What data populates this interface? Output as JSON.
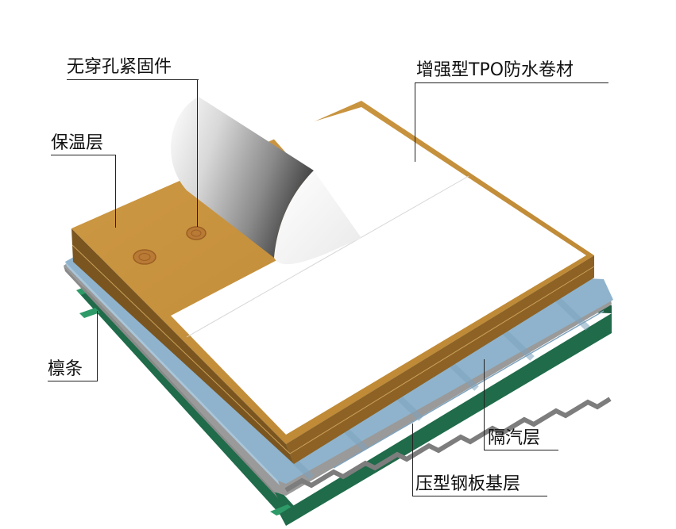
{
  "diagram": {
    "title": "TPO roofing system layers",
    "colors": {
      "background": "#ffffff",
      "membrane": "#ffffff",
      "membrane_roll_shadow": "#6e6e6e",
      "insulation_top": "#c8913a",
      "insulation_side": "#7a5520",
      "insulation_side_light": "#9c6b26",
      "fastener": "#b97a35",
      "vapor_barrier": "#8fb3cc",
      "steel_deck": "#9a9a9a",
      "purlin": "#1f6b4a",
      "purlin_light": "#2e9a68",
      "leader_line": "#222222",
      "label_text": "#111111"
    },
    "labels": [
      {
        "id": "fastener",
        "text": "无穿孔紧固件"
      },
      {
        "id": "tpo",
        "text": "增强型TPO防水卷材"
      },
      {
        "id": "insulation",
        "text": "保温层"
      },
      {
        "id": "purlin",
        "text": "檩条"
      },
      {
        "id": "vapor",
        "text": "隔汽层"
      },
      {
        "id": "deck",
        "text": "压型钢板基层"
      }
    ]
  }
}
